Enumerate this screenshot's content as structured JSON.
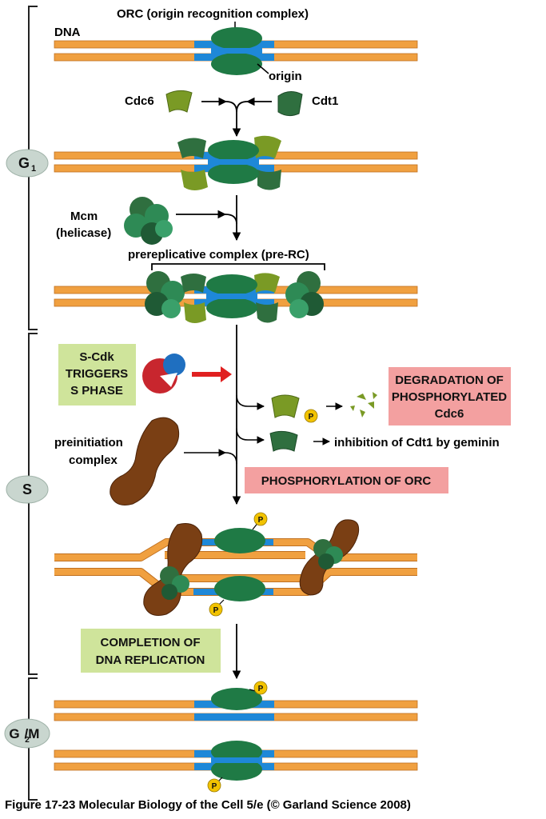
{
  "labels": {
    "orc": "ORC (origin recognition complex)",
    "dna": "DNA",
    "origin": "origin",
    "cdc6": "Cdc6",
    "cdt1": "Cdt1",
    "mcm_1": "Mcm",
    "mcm_2": "(helicase)",
    "pre_rc": "prereplicative complex (pre-RC)",
    "preinit_1": "preinitiation",
    "preinit_2": "complex",
    "geminin": "inhibition of Cdt1 by geminin"
  },
  "boxes": {
    "scdk": [
      "S-Cdk",
      "TRIGGERS",
      "S PHASE"
    ],
    "degradation": [
      "DEGRADATION OF",
      "PHOSPHORYLATED",
      "Cdc6"
    ],
    "phosphorylation": "PHOSPHORYLATION OF ORC",
    "completion": [
      "COMPLETION OF",
      "DNA REPLICATION"
    ]
  },
  "phases": {
    "g1": "G",
    "g1_sub": "1",
    "s": "S",
    "g2m_pre": "G",
    "g2m_sub": "2",
    "g2m_post": "/M"
  },
  "phospho_marker": "P",
  "caption": "Figure 17-23  Molecular Biology of the Cell 5/e (© Garland Science 2008)",
  "colors": {
    "dna_orange": "#f0a040",
    "dna_blue": "#1e88d8",
    "orc_green": "#1f7a45",
    "cdc6_green": "#7a9a25",
    "cdt1_green": "#2f6f3f",
    "mcm_green": "#2e8a55",
    "preinit_brown": "#7a3f14",
    "scdk_red": "#c8262e",
    "scdk_blue": "#1f6fc0",
    "arrow_red": "#e02020",
    "box_green": "#cfe49b",
    "box_pink": "#f3a0a0",
    "phase_oval": "#c9d6cf",
    "phospho_yellow": "#f2c300"
  }
}
